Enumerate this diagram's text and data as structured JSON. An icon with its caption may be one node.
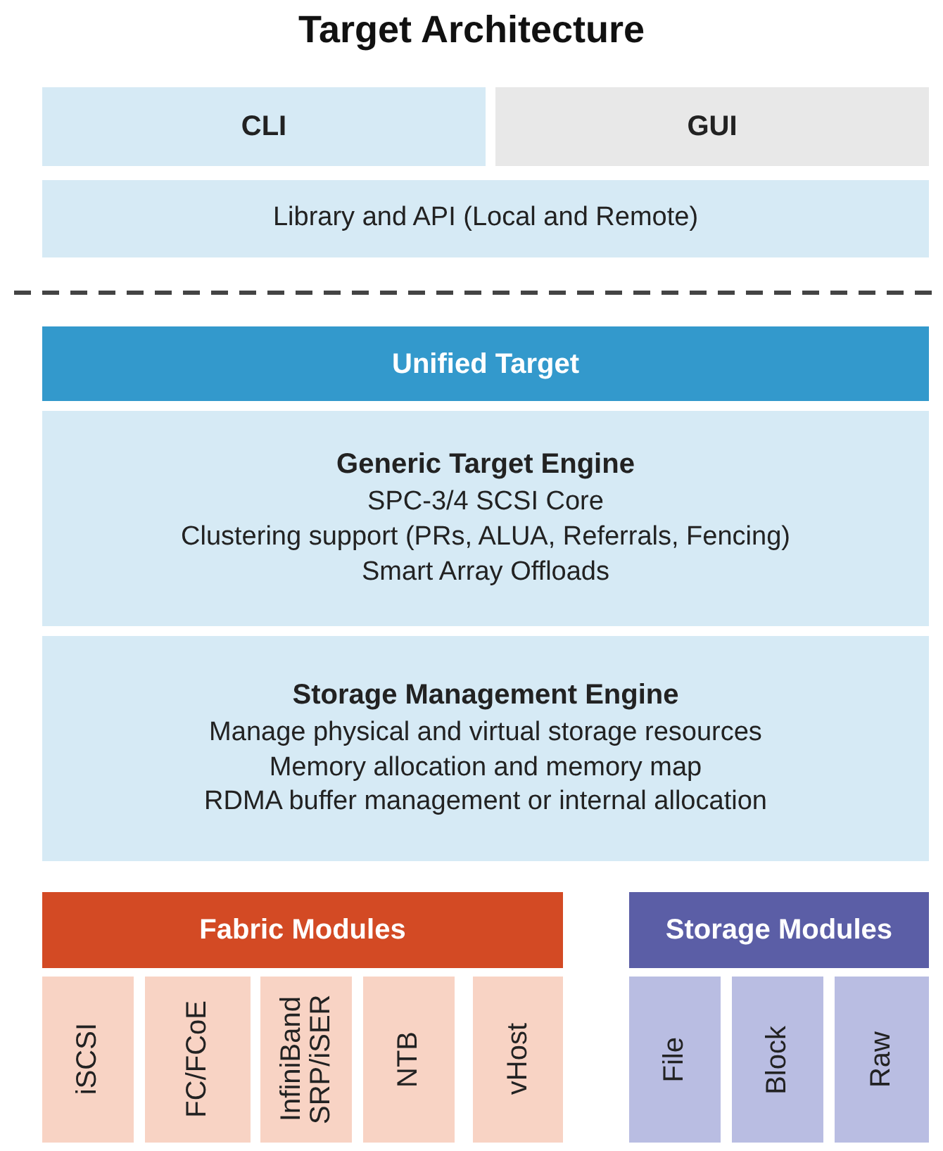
{
  "diagram": {
    "title": "Target Architecture",
    "nodes": [
      {
        "text": [
          "CLI"
        ]
      },
      {
        "text": [
          "GUI"
        ]
      },
      {
        "text": [
          "Library and API (Local and Remote)"
        ]
      },
      {
        "text": [
          "Unified Target"
        ]
      },
      {
        "text": [
          "Generic Target Engine",
          "SPC-3/4 SCSI Core",
          "Clustering support (PRs, ALUA, Referrals, Fencing)",
          "Smart Array Offloads"
        ]
      },
      {
        "text": [
          "Storage Management Engine",
          "Manage physical and virtual storage resources",
          "Memory allocation and memory map",
          "RDMA buffer management or internal allocation"
        ]
      },
      {
        "text": [
          "Fabric Modules"
        ]
      },
      {
        "text": [
          "iSCSI"
        ]
      },
      {
        "text": [
          "FC/FCoE"
        ]
      },
      {
        "text": [
          "InfiniBand SRP/iSER"
        ]
      },
      {
        "text": [
          "NTB"
        ]
      },
      {
        "text": [
          "vHost"
        ]
      },
      {
        "text": [
          "Storage Modules"
        ]
      },
      {
        "text": [
          "File"
        ]
      },
      {
        "text": [
          "Block"
        ]
      },
      {
        "text": [
          "Raw"
        ]
      }
    ],
    "edges": []
  }
}
